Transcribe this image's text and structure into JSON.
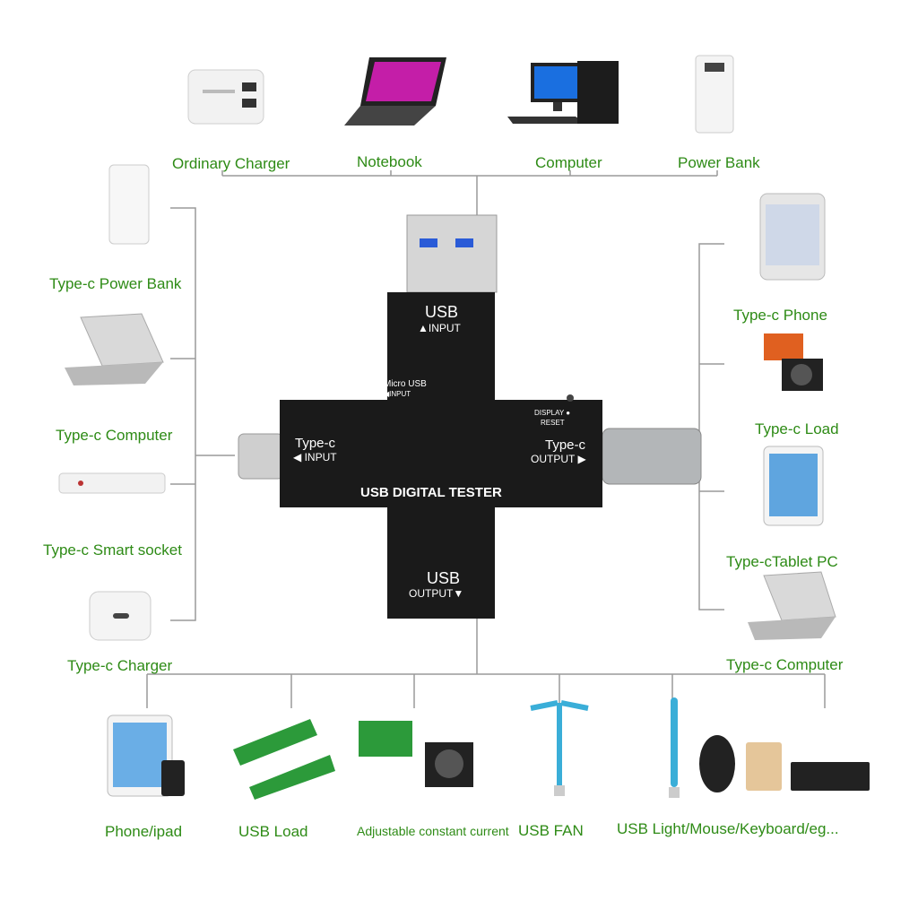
{
  "tester": {
    "title": "USB DIGITAL TESTER",
    "usb_top": "USB",
    "usb_top_sub": "▲INPUT",
    "micro": "Micro USB",
    "micro_sub": "◀INPUT",
    "typec_left": "Type-c",
    "typec_left_sub": "◀ INPUT",
    "display": "DISPLAY ●",
    "reset": "RESET",
    "typec_right": "Type-c",
    "typec_right_sub": "OUTPUT ▶",
    "usb_bottom": "USB",
    "usb_bottom_sub": "OUTPUT▼"
  },
  "top": [
    "Ordinary Charger",
    "Notebook",
    "Computer",
    "Power Bank"
  ],
  "left": [
    "Type-c Power Bank",
    "Type-c Computer",
    "Type-c Smart socket",
    "Type-c Charger"
  ],
  "right": [
    "Type-c Phone",
    "Type-c Load",
    "Type-cTablet PC",
    "Type-c Computer"
  ],
  "bottom": [
    "Phone/ipad",
    "USB Load",
    "Adjustable constant current",
    "USB FAN",
    "USB Light/Mouse/Keyboard/eg..."
  ],
  "colors": {
    "label": "#2e8b16",
    "wire": "#9a9a9a",
    "tester": "#1a1a1a"
  }
}
